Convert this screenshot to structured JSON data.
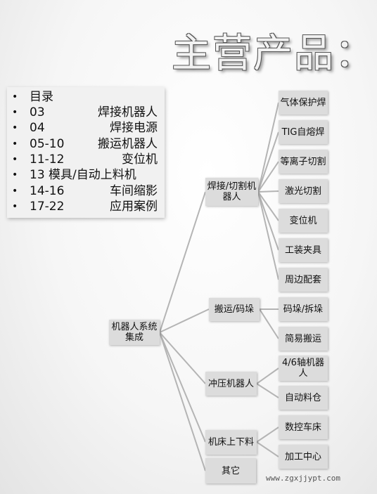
{
  "title": "主营产品：",
  "toc": [
    {
      "code": "目录",
      "label": ""
    },
    {
      "code": "03",
      "label": "焊接机器人"
    },
    {
      "code": "04",
      "label": "焊接电源"
    },
    {
      "code": "05-10",
      "label": "搬运机器人"
    },
    {
      "code": "11-12",
      "label": "变位机"
    },
    {
      "code": "13 模具/自动上料机",
      "label": ""
    },
    {
      "code": "14-16",
      "label": "车间缩影"
    },
    {
      "code": "17-22",
      "label": "应用案例"
    }
  ],
  "tree": {
    "root": {
      "label": "机器人系统集成"
    },
    "branches": [
      {
        "label": "焊接/切割机器人",
        "children": [
          "气体保护焊",
          "TIG自熔焊",
          "等离子切割",
          "激光切割",
          "变位机",
          "工装夹具",
          "周边配套"
        ]
      },
      {
        "label": "搬运/码垛",
        "children": [
          "码垛/拆垛",
          "简易搬运"
        ]
      },
      {
        "label": "冲压机器人",
        "children": [
          "4/6轴机器人",
          "自动料仓"
        ]
      },
      {
        "label": "机床上下料",
        "children": [
          "数控车床",
          "加工中心"
        ]
      },
      {
        "label": "其它",
        "children": []
      }
    ]
  },
  "watermark": "www.zgxjjypt.com",
  "colors": {
    "node_fill": "#dcdcdc",
    "connector": "#b4b4b4",
    "toc_bg": "#f1f1f1"
  }
}
